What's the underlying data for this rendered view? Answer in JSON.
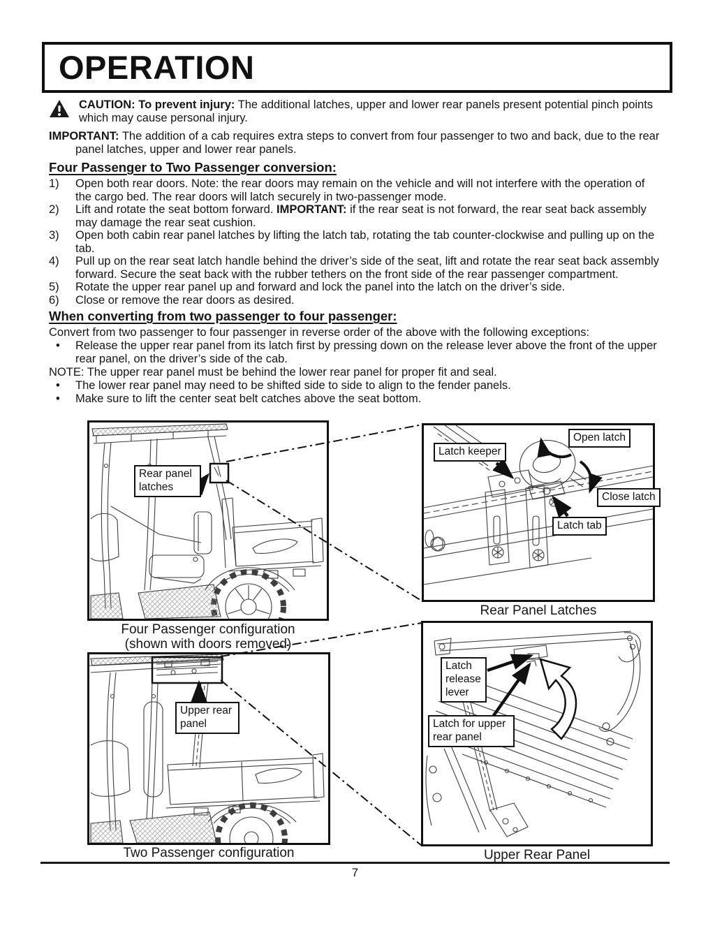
{
  "page": {
    "title": "OPERATION",
    "page_number": "7"
  },
  "caution": {
    "icon": "warning-triangle-icon",
    "label": "CAUTION: To prevent injury:",
    "text": "The additional latches, upper and lower rear panels present potential pinch points which may cause personal injury."
  },
  "important": {
    "label": "IMPORTANT:",
    "text": "The addition of a cab requires extra steps to convert from four passenger to two and back, due to the rear panel latches, upper and lower rear panels."
  },
  "four_to_two": {
    "heading": "Four Passenger to Two Passenger conversion:",
    "items": [
      {
        "num": "1)",
        "pre": "Open both rear doors. Note: the rear doors may remain on the vehicle and will not interfere with the operation of the cargo bed. The rear doors will latch securely in two-passenger mode.",
        "bold": "",
        "post": ""
      },
      {
        "num": "2)",
        "pre": "Lift and rotate the seat bottom forward. ",
        "bold": "IMPORTANT:",
        "post": " if the rear seat is not forward, the rear seat back assembly may damage the rear seat cushion."
      },
      {
        "num": "3)",
        "pre": "Open both cabin rear panel latches by lifting the latch tab, rotating the tab counter-clockwise and pulling up on the tab.",
        "bold": "",
        "post": ""
      },
      {
        "num": "4)",
        "pre": "Pull up on the rear seat latch handle behind the driver’s side of the seat, lift and rotate the rear seat back assembly forward. Secure the seat back with the rubber tethers on the front side of the rear passenger compartment.",
        "bold": "",
        "post": ""
      },
      {
        "num": "5)",
        "pre": "Rotate the upper rear panel up and forward and lock the panel into the latch on the driver’s side.",
        "bold": "",
        "post": ""
      },
      {
        "num": "6)",
        "pre": "Close or remove the rear doors as desired.",
        "bold": "",
        "post": ""
      }
    ]
  },
  "two_to_four": {
    "heading": "When converting from two passenger to four passenger:",
    "intro": "Convert from two passenger to four passenger in reverse order of the above with the following exceptions:",
    "bullet_char": "•",
    "bullets": [
      "Release the upper rear panel from its latch first by pressing down on the release lever above the front of the upper rear panel, on the driver’s side of the cab.",
      "The lower rear panel may need to be shifted side to side to align to the fender panels.",
      "Make sure to lift the center seat belt catches above the seat bottom."
    ],
    "note": "NOTE: The upper rear panel must be behind the lower rear panel for proper fit and seal."
  },
  "figures": {
    "four_passenger": {
      "caption_line1": "Four Passenger configuration",
      "caption_line2": "(shown with doors removed)",
      "label_rear_panel_latches": "Rear panel latches"
    },
    "rear_panel_latches": {
      "caption": "Rear Panel Latches",
      "label_latch_keeper": "Latch keeper",
      "label_open_latch": "Open latch",
      "label_close_latch": "Close latch",
      "label_latch_tab": "Latch tab"
    },
    "two_passenger": {
      "caption": "Two Passenger configuration",
      "label_upper_rear_panel": "Upper rear panel"
    },
    "upper_rear_panel": {
      "caption": "Upper Rear Panel",
      "label_latch_release_lever": "Latch release lever",
      "label_latch_for_upper_rear_panel": "Latch for upper rear panel"
    }
  },
  "colors": {
    "ink": "#111111",
    "line_art": "#3d3d3d"
  }
}
